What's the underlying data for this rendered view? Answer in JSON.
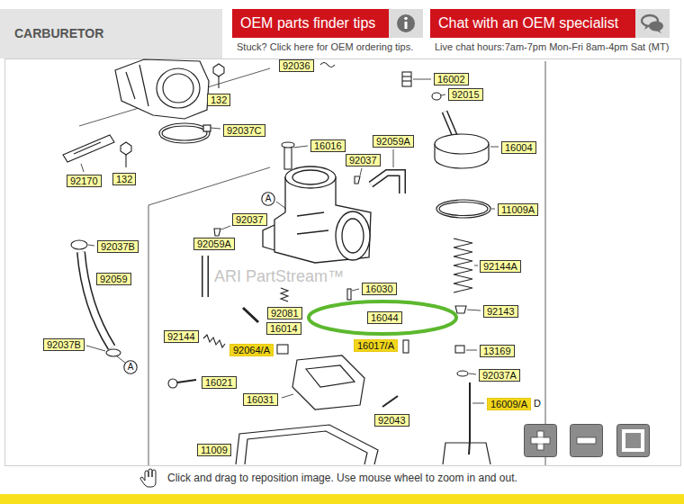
{
  "diagram": {
    "nodes": [
      {
        "text": [
          "CARBURETOR"
        ]
      },
      {
        "text": [
          "OEM parts finder tips"
        ]
      },
      {
        "text": [
          "Chat with an OEM specialist"
        ]
      },
      {
        "text": [
          "92036"
        ]
      },
      {
        "text": [
          "16002"
        ]
      },
      {
        "text": [
          "92015"
        ]
      },
      {
        "text": [
          "132"
        ]
      },
      {
        "text": [
          "92037C"
        ]
      },
      {
        "text": [
          "92059A"
        ]
      },
      {
        "text": [
          "16016"
        ]
      },
      {
        "text": [
          "16004"
        ]
      },
      {
        "text": [
          "92037"
        ]
      },
      {
        "text": [
          "132"
        ]
      },
      {
        "text": [
          "92170"
        ]
      },
      {
        "text": [
          "A"
        ]
      },
      {
        "text": [
          "11009A"
        ]
      },
      {
        "text": [
          "92037"
        ]
      },
      {
        "text": [
          "92059A"
        ]
      },
      {
        "text": [
          "92037B"
        ]
      },
      {
        "text": [
          "92144A"
        ]
      },
      {
        "text": [
          "92059"
        ]
      },
      {
        "text": [
          "16030"
        ]
      },
      {
        "text": [
          "92143"
        ]
      },
      {
        "text": [
          "92081"
        ]
      },
      {
        "text": [
          "16044"
        ]
      },
      {
        "text": [
          "16014"
        ]
      },
      {
        "text": [
          "92144"
        ]
      },
      {
        "text": [
          "92037B"
        ]
      },
      {
        "text": [
          "16017/A"
        ]
      },
      {
        "text": [
          "92064/A"
        ]
      },
      {
        "text": [
          "13169"
        ]
      },
      {
        "text": [
          "A"
        ]
      },
      {
        "text": [
          "92037A"
        ]
      },
      {
        "text": [
          "16021"
        ]
      },
      {
        "text": [
          "16031"
        ]
      },
      {
        "text": [
          "16009/A"
        ]
      },
      {
        "text": [
          "92043"
        ]
      },
      {
        "text": [
          "11009"
        ]
      }
    ],
    "labels": [
      "Stuck? Click here for OEM ordering tips.",
      "Live chat hours:7am-7pm Mon-Fri 8am-4pm Sat (MT)",
      "ARI PartStream™",
      "D",
      "Click and drag to reposition image. Use mouse wheel to zoom in and out."
    ]
  }
}
